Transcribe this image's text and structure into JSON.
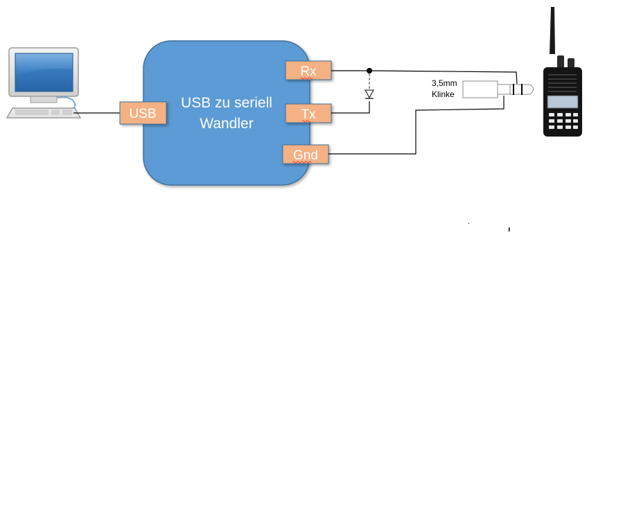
{
  "converter": {
    "title_line1": "USB zu seriell",
    "title_line2": "Wandler",
    "fill": "#5b9bd5",
    "stroke": "#41719c"
  },
  "ports": {
    "usb": "USB",
    "rx": "Rx",
    "tx": "Tx",
    "gnd": "Gnd",
    "fill": "#f4b183"
  },
  "jack": {
    "label_line1": "3,5mm",
    "label_line2": "Klinke"
  },
  "devices": {
    "computer": "computer",
    "radio": "handheld-radio"
  }
}
